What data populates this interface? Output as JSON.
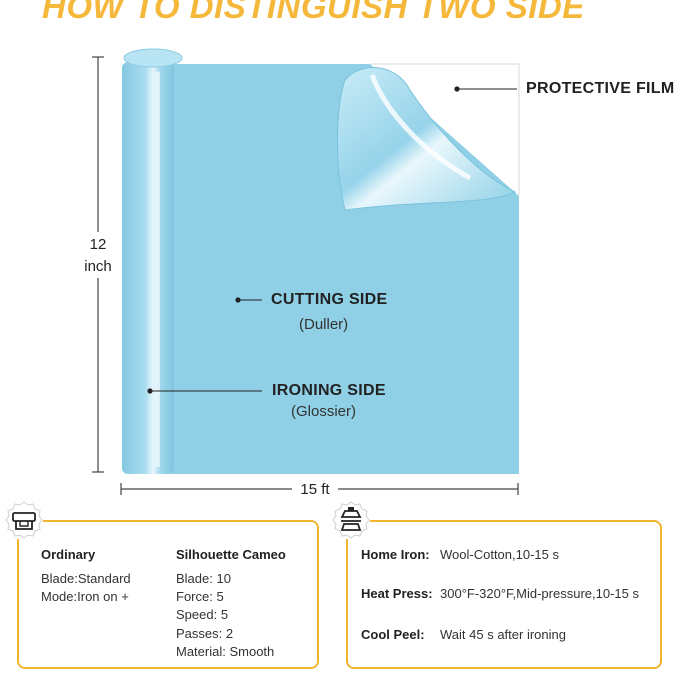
{
  "title": "HOW TO DISTINGUISH TWO SIDE",
  "dimensions": {
    "height_value": "12",
    "height_unit": "inch",
    "width": "15 ft"
  },
  "labels": {
    "protective_film": "PROTECTIVE FILM",
    "cutting_side": "CUTTING SIDE",
    "cutting_side_note": "(Duller)",
    "ironing_side": "IRONING SIDE",
    "ironing_side_note": "(Glossier)"
  },
  "cutter_settings": {
    "ordinary": {
      "heading": "Ordinary",
      "blade": "Blade:Standard",
      "mode": "Mode:Iron on +"
    },
    "silhouette": {
      "heading": "Silhouette Cameo",
      "blade": "Blade: 10",
      "force": "Force: 5",
      "speed": "Speed: 5",
      "passes": "Passes: 2",
      "material": "Material: Smooth"
    }
  },
  "press_settings": {
    "home_iron_label": "Home Iron:",
    "home_iron_value": "Wool-Cotton,10-15 s",
    "heat_press_label": "Heat Press:",
    "heat_press_value": "300°F-320°F,Mid-pressure,10-15 s",
    "cool_peel_label": "Cool Peel:",
    "cool_peel_value": "Wait 45 s after ironing"
  },
  "colors": {
    "accent": "#efb52f",
    "title": "#f5b83a",
    "vinyl": "#8fd0e6",
    "vinyl_dark": "#78c2dd"
  },
  "icons": {
    "cutter": "cutter-machine-icon",
    "press": "heat-press-icon"
  }
}
